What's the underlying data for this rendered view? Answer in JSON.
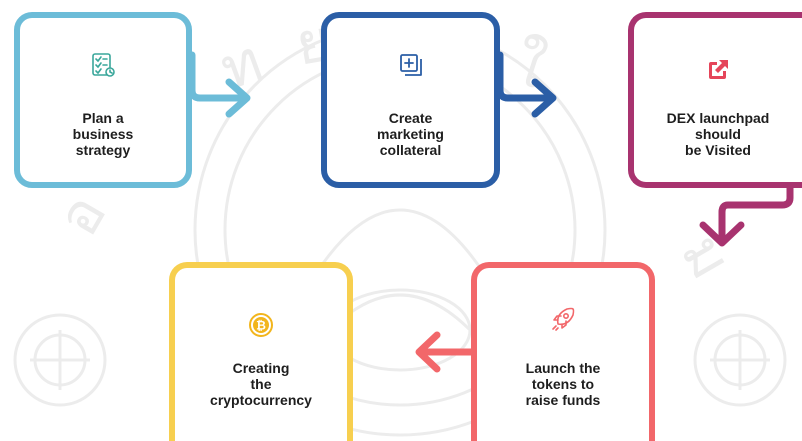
{
  "colors": {
    "step1": "#6cbcd8",
    "step2": "#2b5ea6",
    "step3": "#a8336f",
    "step4": "#f2676a",
    "step5": "#f7cf4f",
    "watermark": "#e9e9e9",
    "text": "#1e1e1e"
  },
  "steps": [
    {
      "label_lines": [
        "Plan a",
        "business",
        "strategy"
      ],
      "icon": "checklist-icon"
    },
    {
      "label_lines": [
        "Create",
        "marketing",
        "collateral"
      ],
      "icon": "add-layers-icon"
    },
    {
      "label_lines": [
        "DEX launchpad",
        "should",
        "be Visited"
      ],
      "icon": "external-link-icon"
    },
    {
      "label_lines": [
        "Launch the",
        "tokens to",
        "raise funds"
      ],
      "icon": "rocket-icon"
    },
    {
      "label_lines": [
        "Creating",
        "the",
        "cryptocurrency"
      ],
      "icon": "bitcoin-icon"
    }
  ]
}
